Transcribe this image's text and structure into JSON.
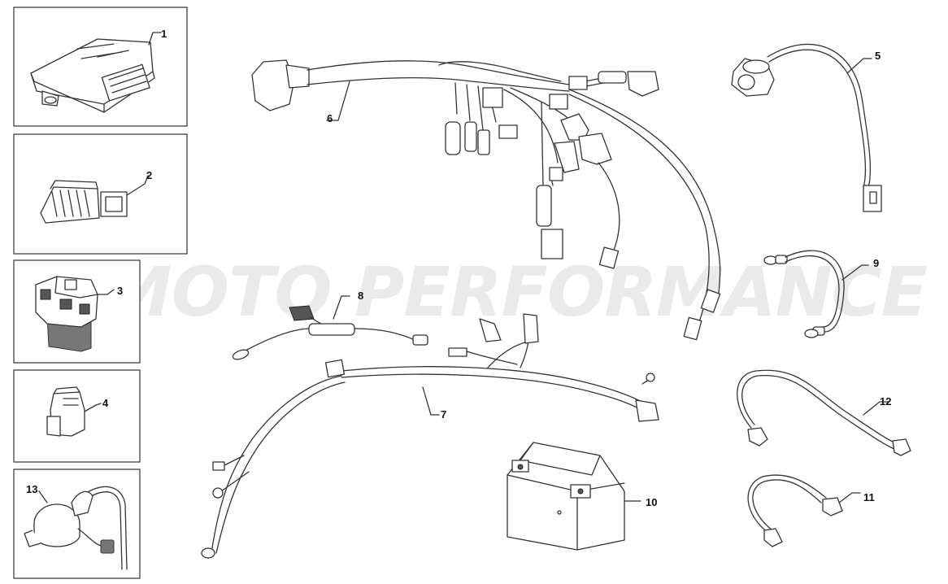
{
  "watermark": "MOTO PERFORMANCE",
  "callouts": {
    "p1": "1",
    "p2": "2",
    "p3": "3",
    "p4": "4",
    "p5": "5",
    "p6": "6",
    "p7": "7",
    "p8": "8",
    "p9": "9",
    "p10": "10",
    "p11": "11",
    "p12": "12",
    "p13": "13"
  }
}
